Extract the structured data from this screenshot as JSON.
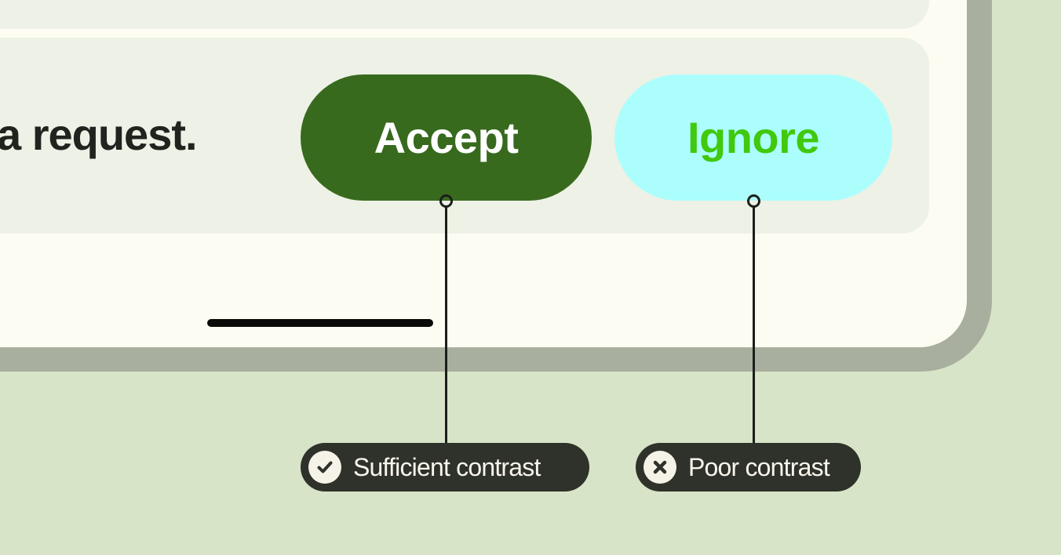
{
  "illustration": {
    "description_colors": {
      "page_background": "#D8E4C7",
      "phone_frame": "#A8AF9E",
      "phone_screen": "#FDFCF2",
      "message_card": "#EEF1E5",
      "message_text": "#20241F",
      "accept_button_bg": "#386A1E",
      "accept_button_text": "#FFFFFF",
      "ignore_button_bg": "#ACFEFD",
      "ignore_button_text": "#40C90D",
      "callout_bg": "#2F322A",
      "callout_text": "#F8F6EC",
      "badge_bg": "#F5F3E8",
      "badge_glyph": "#2F322A",
      "connector": "#1C1E1A",
      "home_indicator": "#0A0A08"
    }
  },
  "phone": {
    "message_text": "a request.",
    "accept_button": {
      "label": "Accept"
    },
    "ignore_button": {
      "label": "Ignore"
    }
  },
  "annotations": {
    "sufficient": {
      "label": "Sufficient contrast",
      "icon": "check-icon"
    },
    "poor": {
      "label": "Poor contrast",
      "icon": "x-icon"
    }
  }
}
